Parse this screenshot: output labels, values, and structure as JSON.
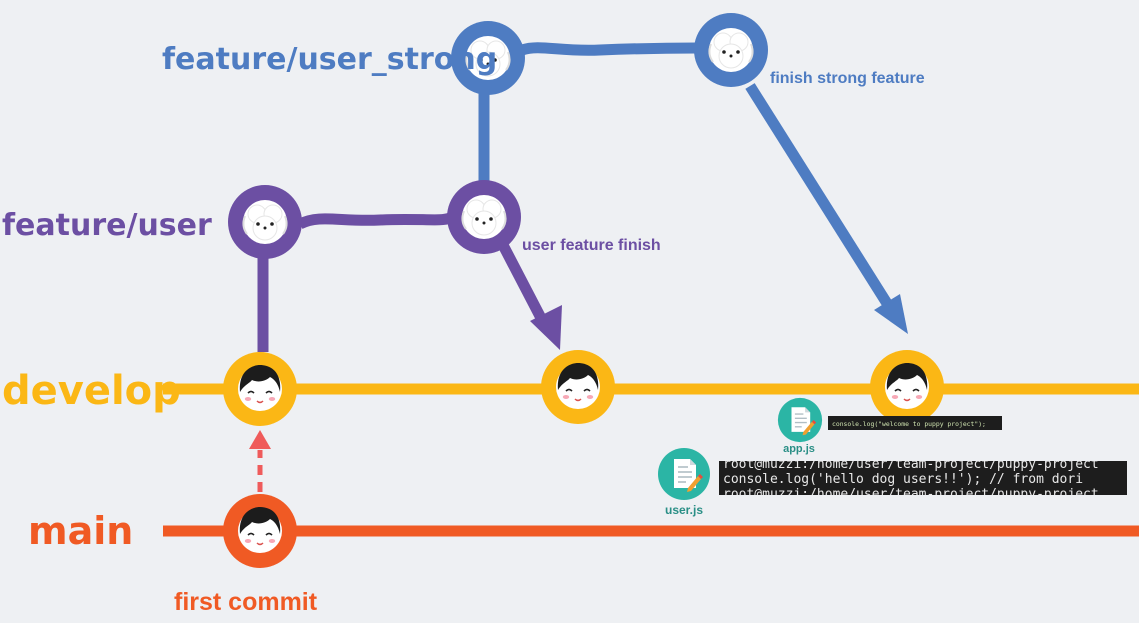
{
  "labels": {
    "feature_strong": "feature/user_strong",
    "feature_user": "feature/user",
    "develop": "develop",
    "main": "main"
  },
  "commit_labels": {
    "first_commit": "first commit",
    "user_feature_finish": "user feature finish",
    "finish_strong_feature": "finish strong feature"
  },
  "files": {
    "app_js": {
      "name": "app.js",
      "snippet": "console.log(\"welcome to puppy project\");"
    },
    "user_js": {
      "name": "user.js",
      "terminal_lines": [
        "root@muzzi:/home/user/team-project/puppy-project",
        "console.log('hello dog users!!'); // from dori",
        "root@muzzi:/home/user/team-project/puppy-project"
      ]
    }
  },
  "colors": {
    "background": "#eef0f3",
    "main": "#f05a24",
    "develop": "#fbb715",
    "feature_user": "#6c4fa3",
    "feature_strong": "#4e7cc2",
    "file_icon": "#2bb5a5",
    "merge_arrow": "#ef5b5b",
    "terminal_bg": "#1d1d1d"
  },
  "icons": {
    "developer_avatar": "boy-face-icon",
    "puppy_avatar": "puppy-face-icon",
    "file": "document-pencil-icon"
  }
}
